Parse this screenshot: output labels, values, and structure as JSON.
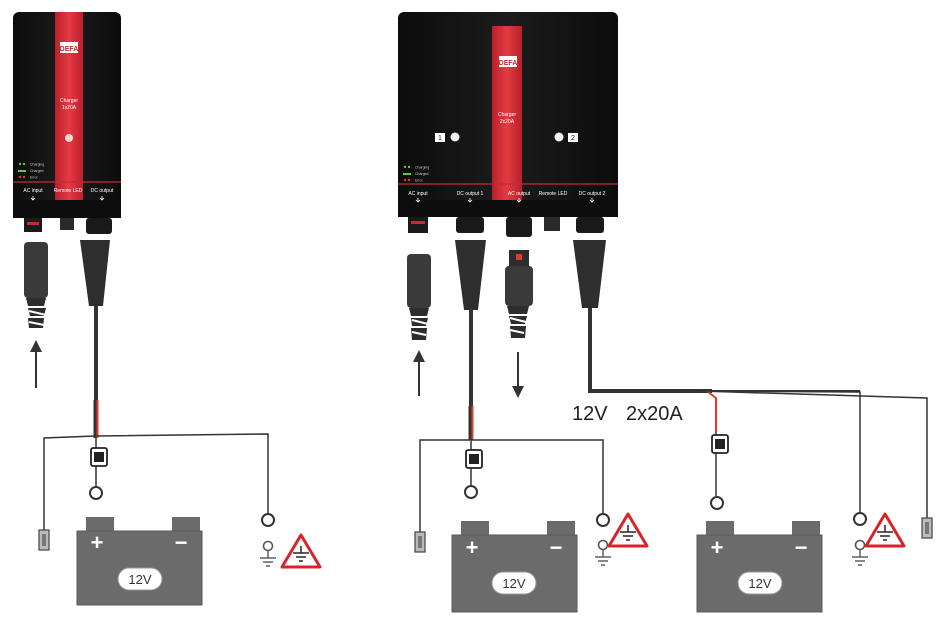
{
  "brand": {
    "logo_text": "DEFA"
  },
  "colors": {
    "housing": "#141414",
    "stripe": "#d42a35",
    "battery": "#6b6b6b",
    "cable": "#333333",
    "red_wire": "#e23b2b",
    "warning": "#d8232a"
  },
  "charter_1x20": {
    "model": "Charger",
    "rating": "1x20A",
    "status": [
      "Charging",
      "Charged",
      "Error"
    ],
    "ports": [
      "AC input",
      "Remote LED",
      "DC output"
    ]
  },
  "charter_2x20": {
    "model": "Charger",
    "rating": "2x20A",
    "output_tags": [
      "1",
      "2"
    ],
    "status": [
      "Charging",
      "Charged",
      "Error"
    ],
    "ports": [
      "AC input",
      "DC output 1",
      "AC output",
      "Remote LED",
      "DC output 2"
    ]
  },
  "system_label": {
    "voltage": "12V",
    "rating": "2x20A"
  },
  "batteries": [
    {
      "label": "12V",
      "plus": "+",
      "minus": "−"
    },
    {
      "label": "12V",
      "plus": "+",
      "minus": "−"
    },
    {
      "label": "12V",
      "plus": "+",
      "minus": "−"
    }
  ],
  "icons": [
    "ground-symbol-icon",
    "warning-triangle-icon",
    "arrow-up-icon",
    "arrow-down-icon",
    "fuse-icon",
    "ring-terminal-icon"
  ]
}
